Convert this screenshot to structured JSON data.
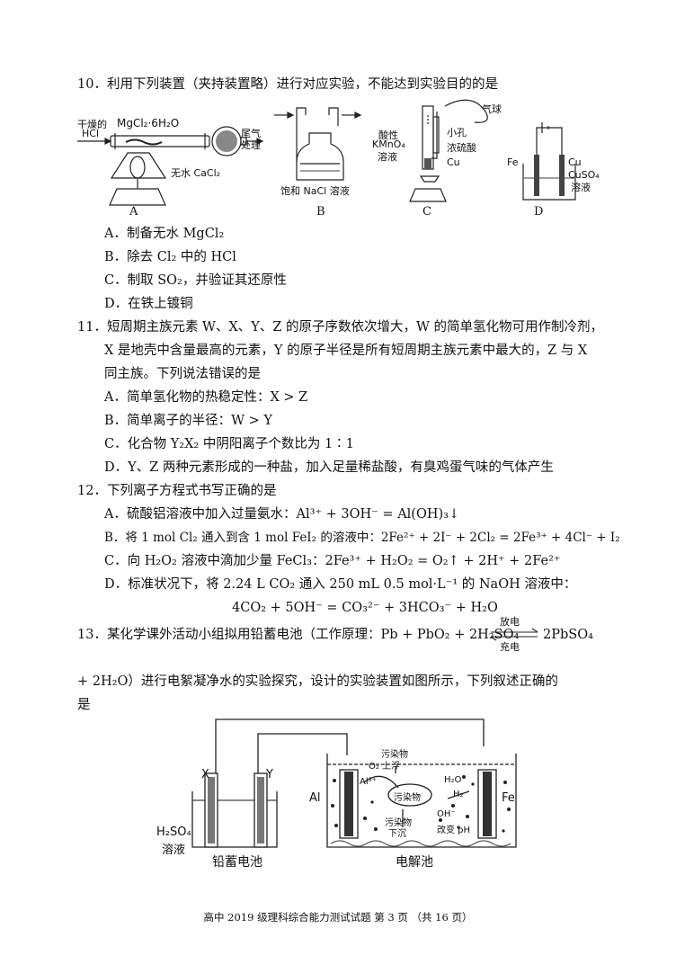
{
  "q10": {
    "stem": "10．利用下列装置（夹持装置略）进行对应实验，不能达到实验目的的是",
    "fig": {
      "a_dry_hcl": "干燥的",
      "a_hcl": "HCl",
      "a_mgcl2": "MgCl₂·6H₂O",
      "a_tail1": "尾气",
      "a_tail2": "处理",
      "a_cacl2": "无水 CaCl₂",
      "b_label": "饱和 NaCl 溶液",
      "c_balloon": "气球",
      "c_hole": "小孔",
      "c_acidic": "酸性",
      "c_kmno4": "KMnO₄",
      "c_sol": "溶液",
      "c_h2so4": "浓硫酸",
      "c_cu": "Cu",
      "d_fe": "Fe",
      "d_cu": "Cu",
      "d_cuso4": "CuSO₄",
      "d_sol": "溶液",
      "cap_a": "A",
      "cap_b": "B",
      "cap_c": "C",
      "cap_d": "D"
    },
    "options": {
      "a": "A．制备无水 MgCl₂",
      "b": "B．除去 Cl₂ 中的 HCl",
      "c": "C．制取 SO₂，并验证其还原性",
      "d": "D．在铁上镀铜"
    }
  },
  "q11": {
    "line1": "11．短周期主族元素 W、X、Y、Z 的原子序数依次增大，W 的简单氢化物可用作制冷剂，",
    "line2": "X 是地壳中含量最高的元素，Y 的原子半径是所有短周期主族元素中最大的，Z 与 X",
    "line3": "同主族。下列说法错误的是",
    "options": {
      "a": "A．简单氢化物的热稳定性：X > Z",
      "b": "B．简单离子的半径：W > Y",
      "c": "C．化合物 Y₂X₂ 中阴阳离子个数比为 1∶1",
      "d": "D．Y、Z 两种元素形成的一种盐，加入足量稀盐酸，有臭鸡蛋气味的气体产生"
    }
  },
  "q12": {
    "stem": "12．下列离子方程式书写正确的是",
    "options": {
      "a": "A．硫酸铝溶液中加入过量氨水：Al³⁺ + 3OH⁻ = Al(OH)₃↓",
      "b": "B．将 1 mol Cl₂ 通入到含 1 mol FeI₂ 的溶液中：2Fe²⁺ + 2I⁻ + 2Cl₂ = 2Fe³⁺ + 4Cl⁻ + I₂",
      "c": "C．向 H₂O₂ 溶液中滴加少量 FeCl₃：2Fe³⁺ + H₂O₂ = O₂↑ + 2H⁺ + 2Fe²⁺",
      "d": "D．标准状况下，将 2.24 L CO₂ 通入 250 mL 0.5 mol·L⁻¹ 的 NaOH 溶液中：",
      "d_eq": "4CO₂ + 5OH⁻ = CO₃²⁻ + 3HCO₃⁻ + H₂O"
    }
  },
  "q13": {
    "line1_pre": "13．某化学课外活动小组拟用铅蓄电池（工作原理：Pb + PbO₂ + 2H₂SO₄",
    "discharge": "放电",
    "charge": "充电",
    "line1_post": "2PbSO₄",
    "line2": "+ 2H₂O）进行电絮凝净水的实验探究，设计的实验装置如图所示，下列叙述正确的",
    "line3": "是",
    "fig": {
      "x": "X",
      "y": "Y",
      "h2so4": "H₂SO₄",
      "sol": "溶液",
      "battery": "铅蓄电池",
      "al": "Al",
      "fe": "Fe",
      "cell": "电解池",
      "pollutant": "污染物",
      "o2_float": "O₂ 上浮",
      "al3": "Al³⁺",
      "pollutant_center": "污染物",
      "pollutant_down1": "污染物",
      "pollutant_down2": "下沉",
      "h2o": "H₂O",
      "h2": "H₂",
      "oh": "OH⁻",
      "ph_change": "改变 pH"
    }
  },
  "footer": "高中 2019 级理科综合能力测试试题 第 3 页 （共 16 页）"
}
